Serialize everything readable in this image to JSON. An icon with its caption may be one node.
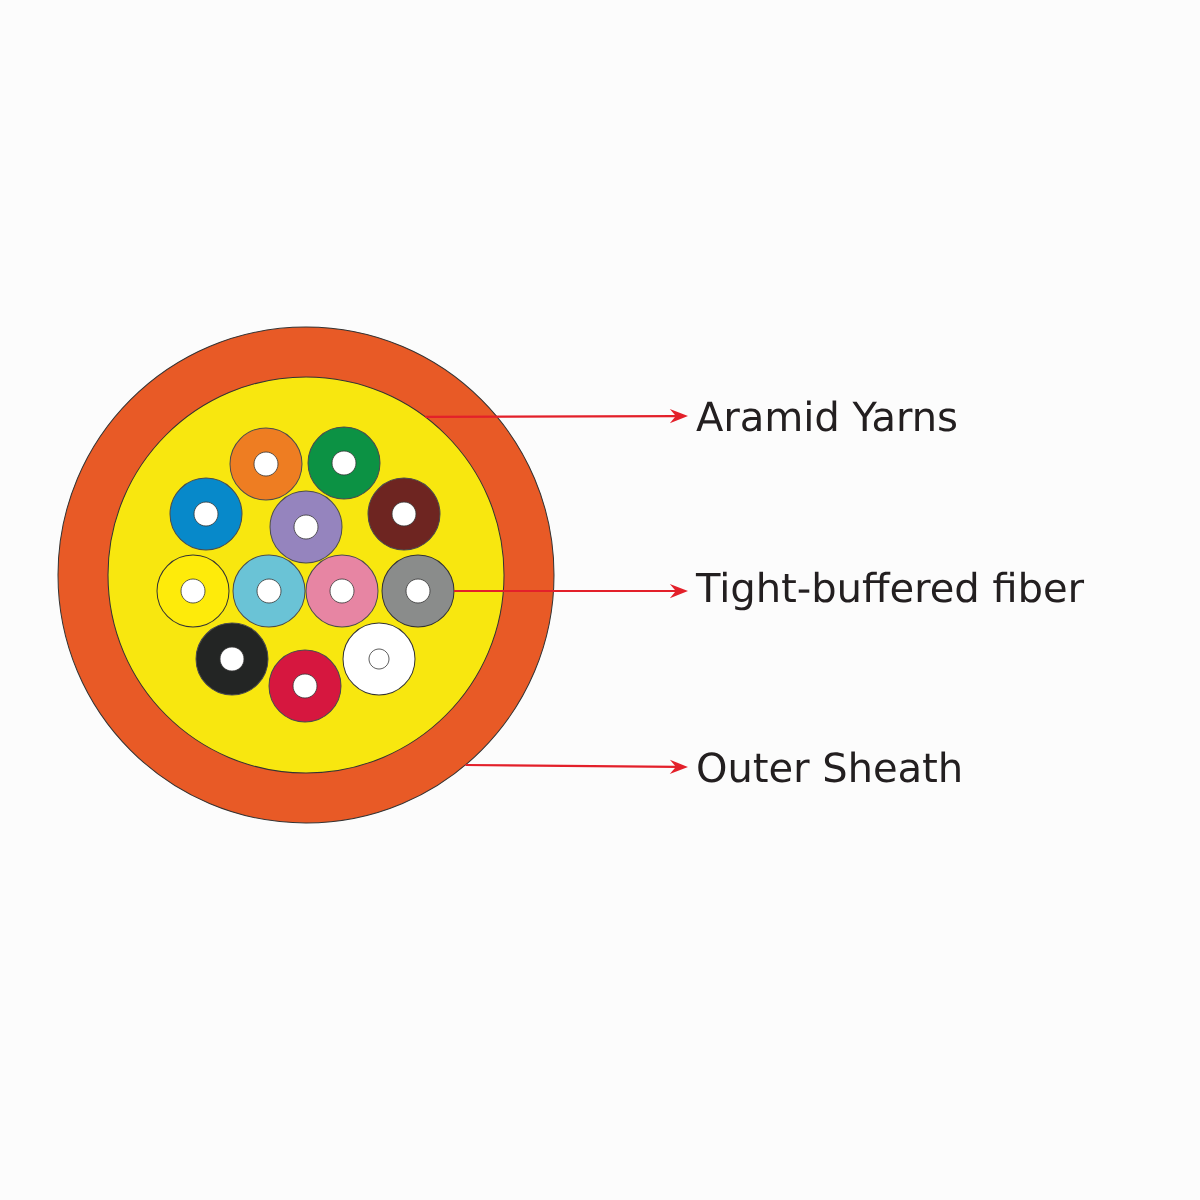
{
  "diagram": {
    "nodes": [
      {
        "text": [],
        "shape": "circle"
      },
      {
        "text": [],
        "shape": "circle",
        "in": 0
      },
      {
        "text": [],
        "shape": "circle",
        "in": 1
      },
      {
        "text": [
          "Aramid Yarns"
        ]
      },
      {
        "text": [
          "Tight-buffered fiber"
        ]
      },
      {
        "text": [
          "Outer Sheath"
        ]
      }
    ],
    "edges": [
      {
        "from": 1,
        "to": 3,
        "arrow": "to"
      },
      {
        "from": 2,
        "to": 4,
        "arrow": "to"
      },
      {
        "from": 0,
        "to": 5,
        "arrow": "to"
      }
    ]
  }
}
